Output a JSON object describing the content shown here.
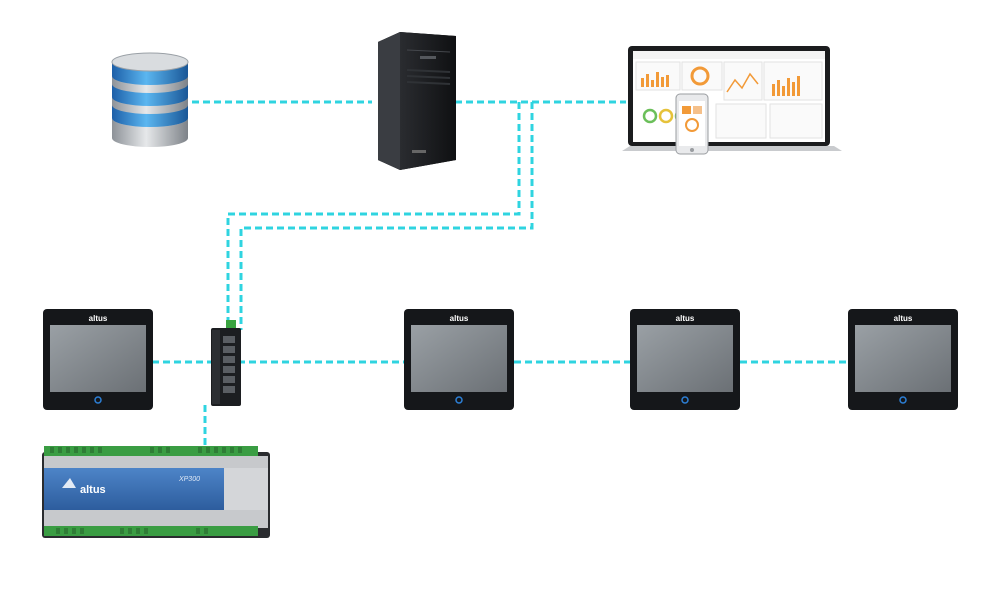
{
  "colors": {
    "link": "#2fd4e0",
    "panel_frame": "#15171a",
    "panel_screen": "#7c8287",
    "plc_blue": "#3a6fb4",
    "terminal_green": "#4caf50",
    "db_blue": "#2f88d8",
    "accent_orange": "#f29a38"
  },
  "icons": {
    "database": "database-icon",
    "server": "server-tower-icon",
    "laptop": "laptop-dashboard-icon",
    "phone": "smartphone-icon",
    "switch": "ethernet-switch-icon",
    "panel": "hmi-touch-panel-icon",
    "plc": "plc-controller-icon"
  },
  "devices": {
    "panel_brand": "altus",
    "plc_brand": "altus",
    "plc_model": "XP300"
  },
  "links_style": "dashed"
}
